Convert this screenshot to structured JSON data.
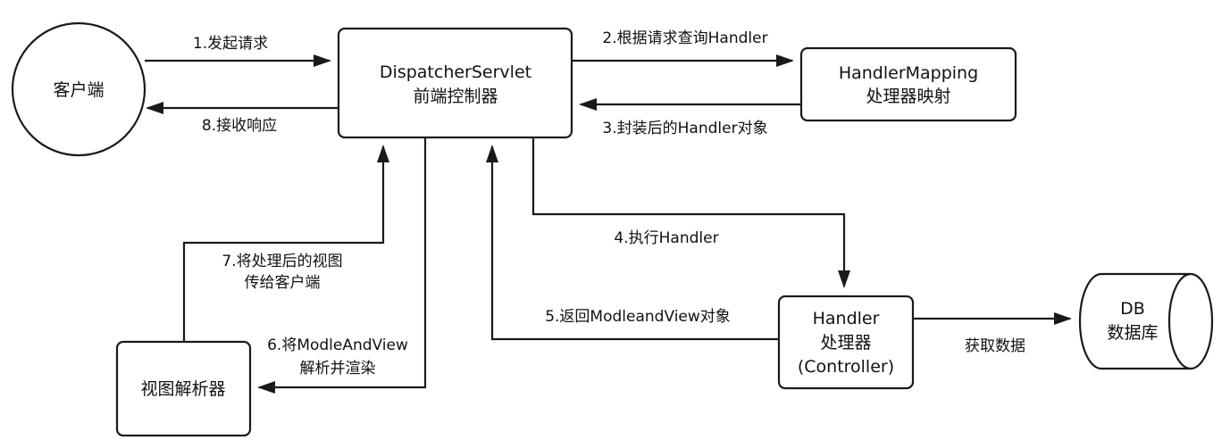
{
  "nodes": {
    "client": {
      "label": "客户端"
    },
    "dispatcher": {
      "line1": "DispatcherServlet",
      "line2": "前端控制器"
    },
    "mapping": {
      "line1": "HandlerMapping",
      "line2": "处理器映射"
    },
    "handler": {
      "line1": "Handler",
      "line2": "处理器",
      "line3": "(Controller)"
    },
    "resolver": {
      "label": "视图解析器"
    },
    "db": {
      "line1": "DB",
      "line2": "数据库"
    }
  },
  "edges": {
    "e1": "1.发起请求",
    "e2": "2.根据请求查询Handler",
    "e3": "3.封装后的Handler对象",
    "e4": "4.执行Handler",
    "e5": "5.返回ModleandView对象",
    "e6_line1": "6.将ModleAndView",
    "e6_line2": "解析并渲染",
    "e7_line1": "7.将处理后的视图",
    "e7_line2": "传给客户端",
    "e8": "8.接收响应",
    "e9": "获取数据"
  }
}
